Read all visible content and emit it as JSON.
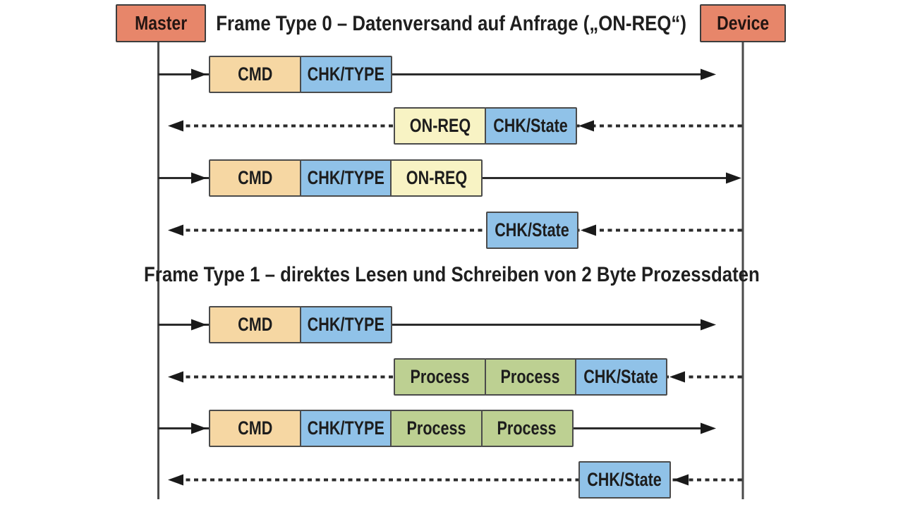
{
  "diagram": {
    "actors": [
      {
        "id": "master",
        "label": "Master"
      },
      {
        "id": "device",
        "label": "Device"
      }
    ],
    "sections": [
      {
        "title": "Frame Type 0 – Datenversand auf Anfrage („ON-REQ“)"
      },
      {
        "title": "Frame Type 1 – direktes Lesen und Schreiben von 2 Byte Prozessdaten"
      }
    ],
    "frames": [
      {
        "from": "Master",
        "to": "Device",
        "line": "solid",
        "segments": [
          {
            "label": "CMD",
            "kind": "command"
          },
          {
            "label": "CHK/TYPE",
            "kind": "checksum-type"
          }
        ]
      },
      {
        "from": "Device",
        "to": "Master",
        "line": "dashed",
        "segments": [
          {
            "label": "ON-REQ",
            "kind": "on-request"
          },
          {
            "label": "CHK/State",
            "kind": "checksum-state"
          }
        ]
      },
      {
        "from": "Master",
        "to": "Device",
        "line": "solid",
        "segments": [
          {
            "label": "CMD",
            "kind": "command"
          },
          {
            "label": "CHK/TYPE",
            "kind": "checksum-type"
          },
          {
            "label": "ON-REQ",
            "kind": "on-request"
          }
        ]
      },
      {
        "from": "Device",
        "to": "Master",
        "line": "dashed",
        "segments": [
          {
            "label": "CHK/State",
            "kind": "checksum-state"
          }
        ]
      },
      {
        "from": "Master",
        "to": "Device",
        "line": "solid",
        "segments": [
          {
            "label": "CMD",
            "kind": "command"
          },
          {
            "label": "CHK/TYPE",
            "kind": "checksum-type"
          }
        ]
      },
      {
        "from": "Device",
        "to": "Master",
        "line": "dashed",
        "segments": [
          {
            "label": "Process",
            "kind": "process-data"
          },
          {
            "label": "Process",
            "kind": "process-data"
          },
          {
            "label": "CHK/State",
            "kind": "checksum-state"
          }
        ]
      },
      {
        "from": "Master",
        "to": "Device",
        "line": "solid",
        "segments": [
          {
            "label": "CMD",
            "kind": "command"
          },
          {
            "label": "CHK/TYPE",
            "kind": "checksum-type"
          },
          {
            "label": "Process",
            "kind": "process-data"
          },
          {
            "label": "Process",
            "kind": "process-data"
          }
        ]
      },
      {
        "from": "Device",
        "to": "Master",
        "line": "dashed",
        "segments": [
          {
            "label": "CHK/State",
            "kind": "checksum-state"
          }
        ]
      }
    ],
    "colors": {
      "actor_fill": "#e7866a",
      "cmd_fill": "#f6d7a3",
      "chk_fill": "#90c2e8",
      "on_req_fill": "#f8f3c4",
      "process_fill": "#bdd092",
      "box_border": "#4b4b4b",
      "line": "#2b2b2b",
      "text": "#1d1d1d"
    }
  }
}
